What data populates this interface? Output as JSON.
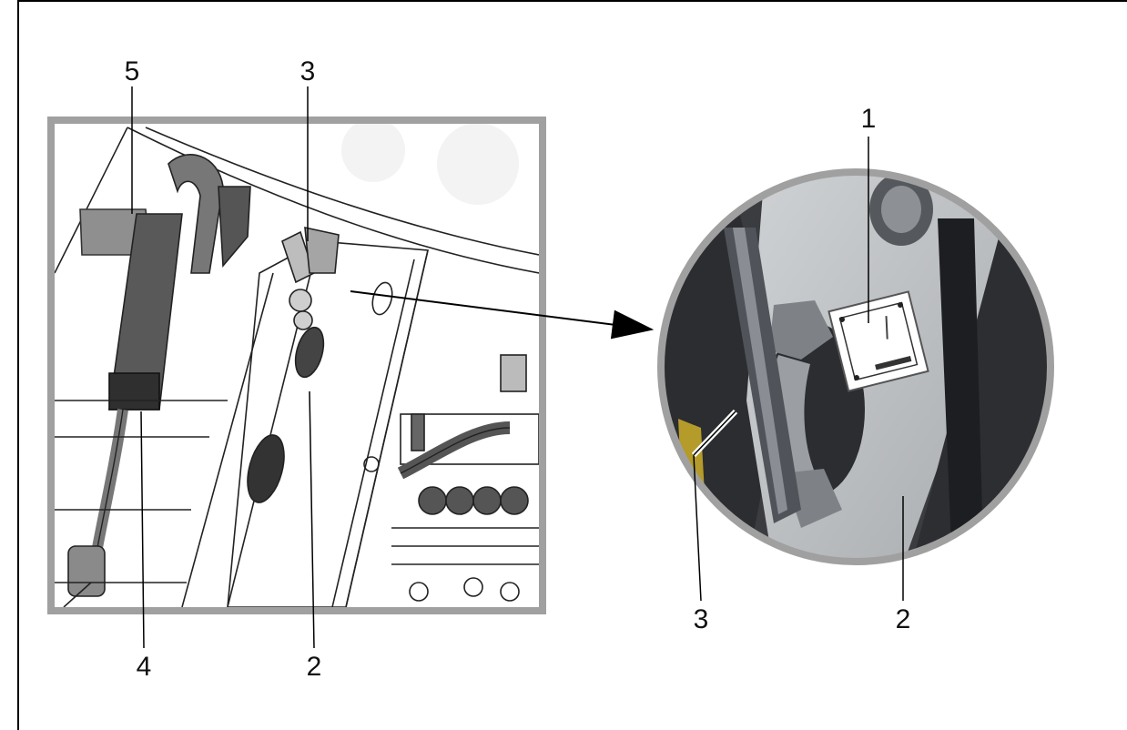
{
  "callouts": {
    "c1": "1",
    "c2_left": "2",
    "c2_right": "2",
    "c3_left": "3",
    "c3_right": "3",
    "c4": "4",
    "c5": "5"
  },
  "colors": {
    "frame": "#a0a0a0",
    "line": "#000000",
    "photo_metal": "#b9bcbf",
    "photo_dark": "#2a2c30"
  }
}
